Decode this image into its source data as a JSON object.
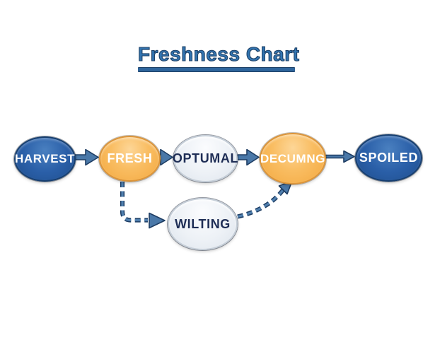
{
  "title": "Freshness Chart",
  "diagram": {
    "nodes": [
      {
        "id": "harvest",
        "label": "HARVEST",
        "style": "blue"
      },
      {
        "id": "fresh",
        "label": "FRESH",
        "style": "orange"
      },
      {
        "id": "optumal",
        "label": "OPTUMAL",
        "style": "light"
      },
      {
        "id": "decumng",
        "label": "DECUMNG",
        "style": "orange"
      },
      {
        "id": "spoiled",
        "label": "SPOILED",
        "style": "blue"
      },
      {
        "id": "wilting",
        "label": "WILTING",
        "style": "light"
      }
    ],
    "edges": [
      {
        "from": "harvest",
        "to": "fresh",
        "type": "solid"
      },
      {
        "from": "fresh",
        "to": "optumal",
        "type": "solid"
      },
      {
        "from": "optumal",
        "to": "decumng",
        "type": "solid"
      },
      {
        "from": "decumng",
        "to": "spoiled",
        "type": "solid"
      },
      {
        "from": "fresh",
        "to": "wilting",
        "type": "dashed"
      },
      {
        "from": "wilting",
        "to": "decumng",
        "type": "dashed"
      }
    ]
  },
  "colors": {
    "title_blue": "#3274b0",
    "title_outline": "#1d4066",
    "node_blue": "#2a5fa8",
    "node_orange": "#f3a83f",
    "node_light": "#edf1f6",
    "node_dark_text": "#1e2d55",
    "arrow_fill": "#4a78a8",
    "arrow_outline": "#1e3d63",
    "background": "#ffffff"
  }
}
